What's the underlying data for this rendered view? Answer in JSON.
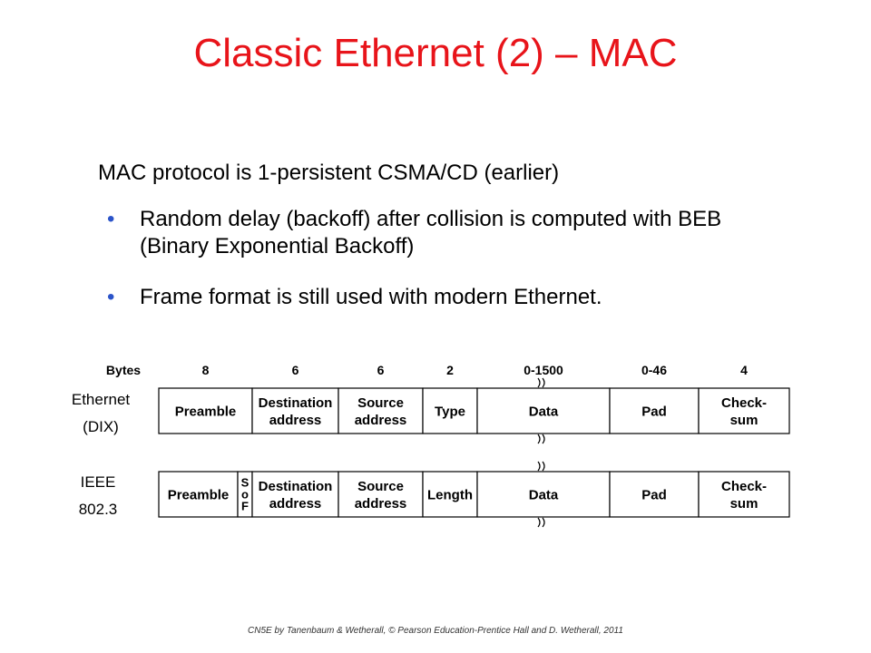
{
  "title": "Classic Ethernet (2) – MAC",
  "intro": "MAC protocol is 1-persistent CSMA/CD (earlier)",
  "bullets": [
    {
      "marker": "•",
      "text": "Random delay (backoff) after collision is computed with BEB (Binary Exponential Backoff)"
    },
    {
      "marker": "•",
      "text": "Frame format is still used with modern Ethernet."
    }
  ],
  "diagram": {
    "bytes_header": "Bytes",
    "byte_counts": [
      "8",
      "6",
      "6",
      "2",
      "0-1500",
      "0-46",
      "4"
    ],
    "ethernet_label": [
      "Ethernet",
      "(DIX)"
    ],
    "ieee_label": [
      "IEEE",
      "802.3"
    ],
    "ethernet_fields": [
      [
        "Preamble"
      ],
      [
        "Destination",
        "address"
      ],
      [
        "Source",
        "address"
      ],
      [
        "Type"
      ],
      [
        "Data"
      ],
      [
        "Pad"
      ],
      [
        "Check-",
        "sum"
      ]
    ],
    "ieee_fields": [
      [
        "Preamble"
      ],
      [
        "S",
        "o",
        "F"
      ],
      [
        "Destination",
        "address"
      ],
      [
        "Source",
        "address"
      ],
      [
        "Length"
      ],
      [
        "Data"
      ],
      [
        "Pad"
      ],
      [
        "Check-",
        "sum"
      ]
    ]
  },
  "credit": "CN5E by Tanenbaum & Wetherall, © Pearson Education-Prentice Hall and D. Wetherall, 2011"
}
